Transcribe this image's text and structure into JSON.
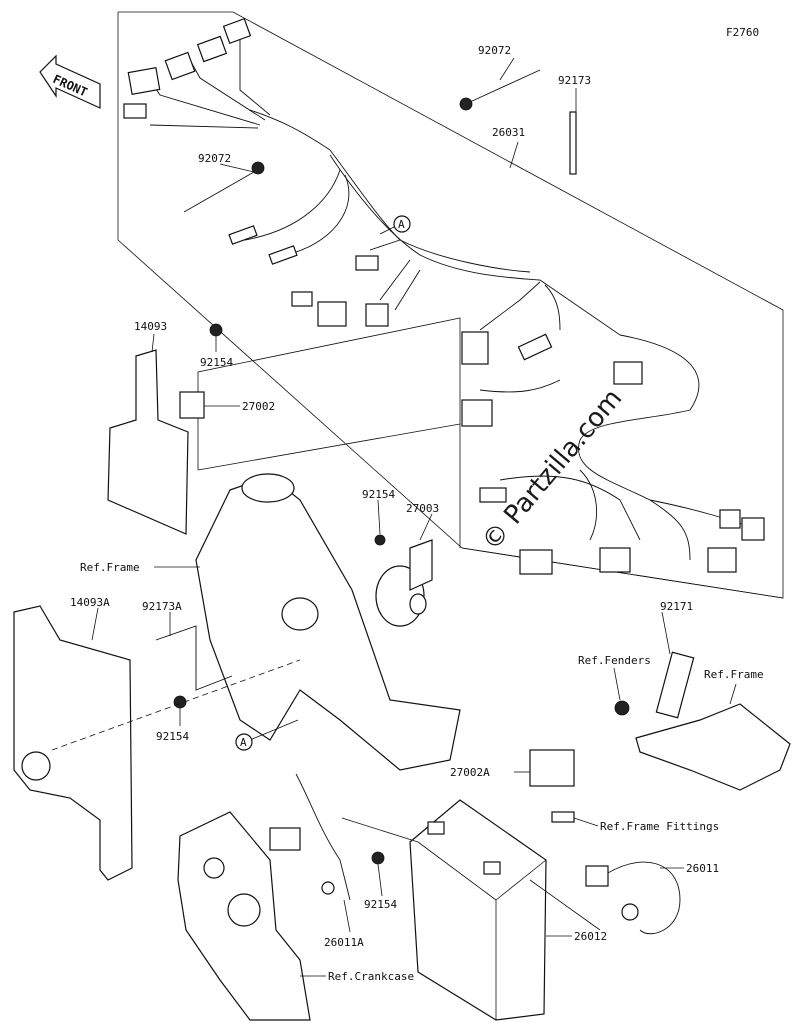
{
  "figure_code": "F2760",
  "front_label": "FRONT",
  "watermark": "© Partzilla.com",
  "circle_marker": "A",
  "labels": {
    "p92072_top": "92072",
    "p92173": "92173",
    "p26031": "26031",
    "p92072_left": "92072",
    "p14093": "14093",
    "p92154_a": "92154",
    "p27002": "27002",
    "p92154_b": "92154",
    "p27003": "27003",
    "ref_frame_left": "Ref.Frame",
    "p14093A": "14093A",
    "p92173A": "92173A",
    "p92154_c": "92154",
    "p92171": "92171",
    "ref_fenders": "Ref.Fenders",
    "ref_frame_right": "Ref.Frame",
    "p27002A": "27002A",
    "ref_frame_fittings": "Ref.Frame Fittings",
    "p26011": "26011",
    "p92154_d": "92154",
    "p26011A": "26011A",
    "p26012": "26012",
    "ref_crankcase": "Ref.Crankcase"
  }
}
